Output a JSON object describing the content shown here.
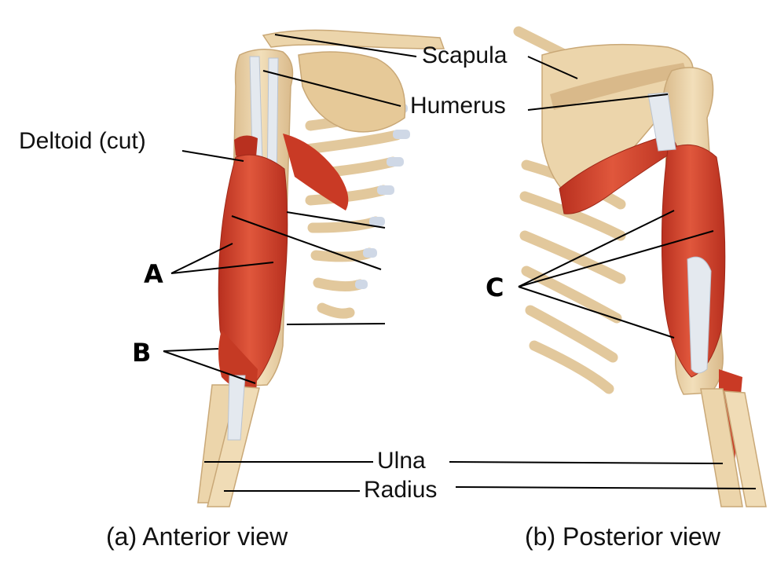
{
  "labels": {
    "scapula": "Scapula",
    "humerus": "Humerus",
    "deltoid": "Deltoid (cut)",
    "ulna": "Ulna",
    "radius": "Radius",
    "a": "A",
    "b": "B",
    "c": "C"
  },
  "captions": {
    "anterior": "(a) Anterior view",
    "posterior": "(b) Posterior view"
  },
  "colors": {
    "bone": "#ecd5ab",
    "bone_shade": "#d9b98a",
    "muscle": "#d8432b",
    "muscle_dark": "#b8301f",
    "tendon": "#e4e9ef",
    "cartilage": "#cfd8e6",
    "leader": "#000000"
  }
}
